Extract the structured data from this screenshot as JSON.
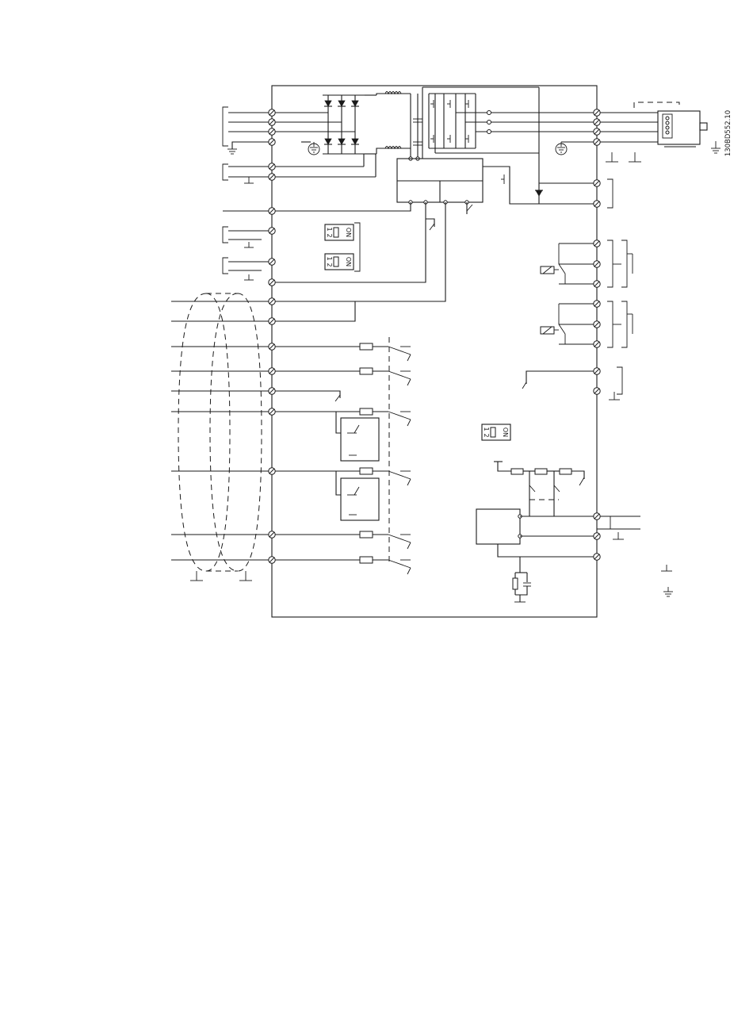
{
  "document_id": "130BD552.10",
  "dip_switches": [
    {
      "on_label": "ON",
      "pos1": "1",
      "pos2": "2"
    },
    {
      "on_label": "ON",
      "pos1": "1",
      "pos2": "2"
    },
    {
      "on_label": "ON",
      "pos1": "1",
      "pos2": "2"
    }
  ]
}
